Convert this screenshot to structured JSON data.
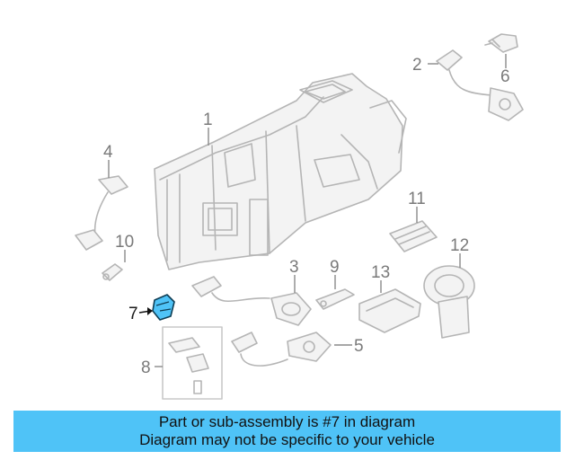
{
  "diagram": {
    "callouts": [
      "1",
      "2",
      "3",
      "4",
      "5",
      "6",
      "7",
      "8",
      "9",
      "10",
      "11",
      "12",
      "13"
    ],
    "highlighted_part": "7",
    "highlight_color": "#4fc3f7",
    "line_color": "#b5b5b5"
  },
  "banner": {
    "line1": "Part or sub-assembly is #7 in diagram",
    "line2": "Diagram may not be specific to your vehicle",
    "background": "#4fc3f7"
  }
}
